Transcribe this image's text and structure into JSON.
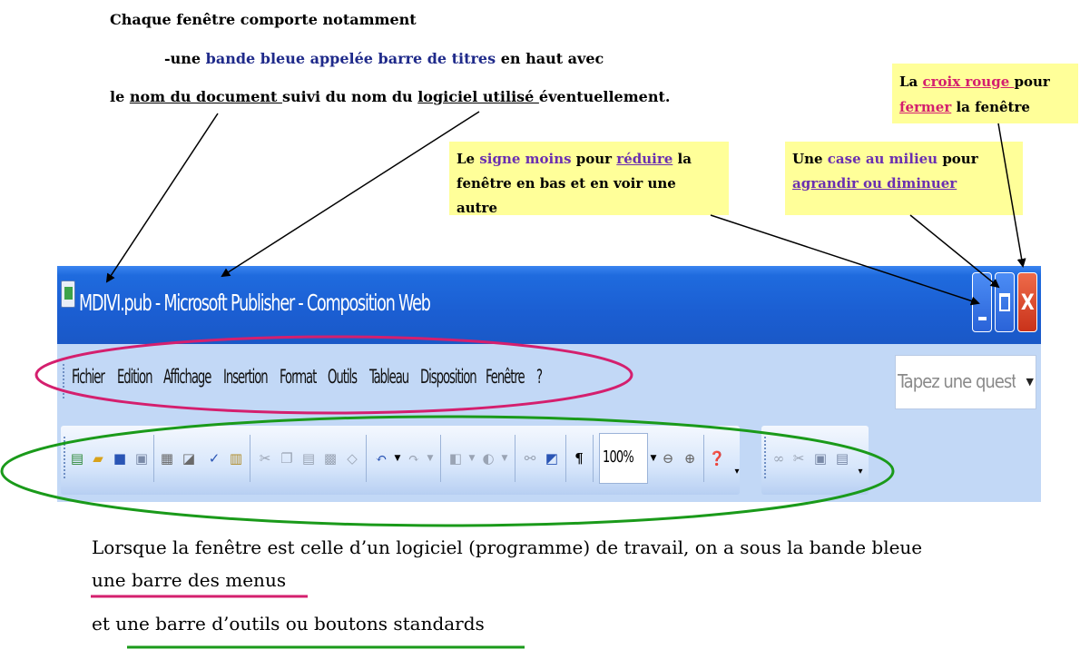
{
  "heading": {
    "line1": "Chaque fenêtre comporte notamment",
    "line2_prefix": "-une ",
    "line2_blue": "bande bleue appelée barre de titres",
    "line2_suffix": " en haut avec",
    "line3_a": "le ",
    "line3_link1": "nom du document ",
    "line3_b": "suivi  du nom du ",
    "line3_link2": "logiciel utilisé ",
    "line3_c": "éventuellement."
  },
  "callouts": {
    "close": {
      "a": "La ",
      "pink1": "croix rouge ",
      "b": "pour",
      "pink2": "fermer",
      "c": " la fenêtre"
    },
    "minimize": {
      "a": "Le ",
      "purple1": "signe moins",
      "b": " pour ",
      "purple2": "réduire",
      "c": " la",
      "line2": "fenêtre en bas et en voir une autre"
    },
    "maximize": {
      "a": "Une ",
      "purple1": "case au milieu",
      "b": " pour",
      "purple2": "agrandir ou diminuer"
    }
  },
  "window": {
    "title": "MDIVI.pub - Microsoft Publisher - Composition Web",
    "menus": [
      "Fichier",
      "Edition",
      "Affichage",
      "Insertion",
      "Format",
      "Outils",
      "Tableau",
      "Disposition",
      "Fenêtre",
      "?"
    ],
    "question_placeholder": "Tapez une question",
    "zoom": "100%"
  },
  "bottom": {
    "line1": "Lorsque la fenêtre est celle d’un logiciel (programme) de travail, on a sous la bande bleue",
    "line2": "une barre des menus",
    "line3": "et une barre d’outils ou boutons standards"
  },
  "colors": {
    "pink": "#d41f6e",
    "green": "#1a9a1a",
    "callout_bg": "#ffff99",
    "titlebar_blue": "#1b5ed2",
    "menu_bg": "#c2d8f6"
  }
}
